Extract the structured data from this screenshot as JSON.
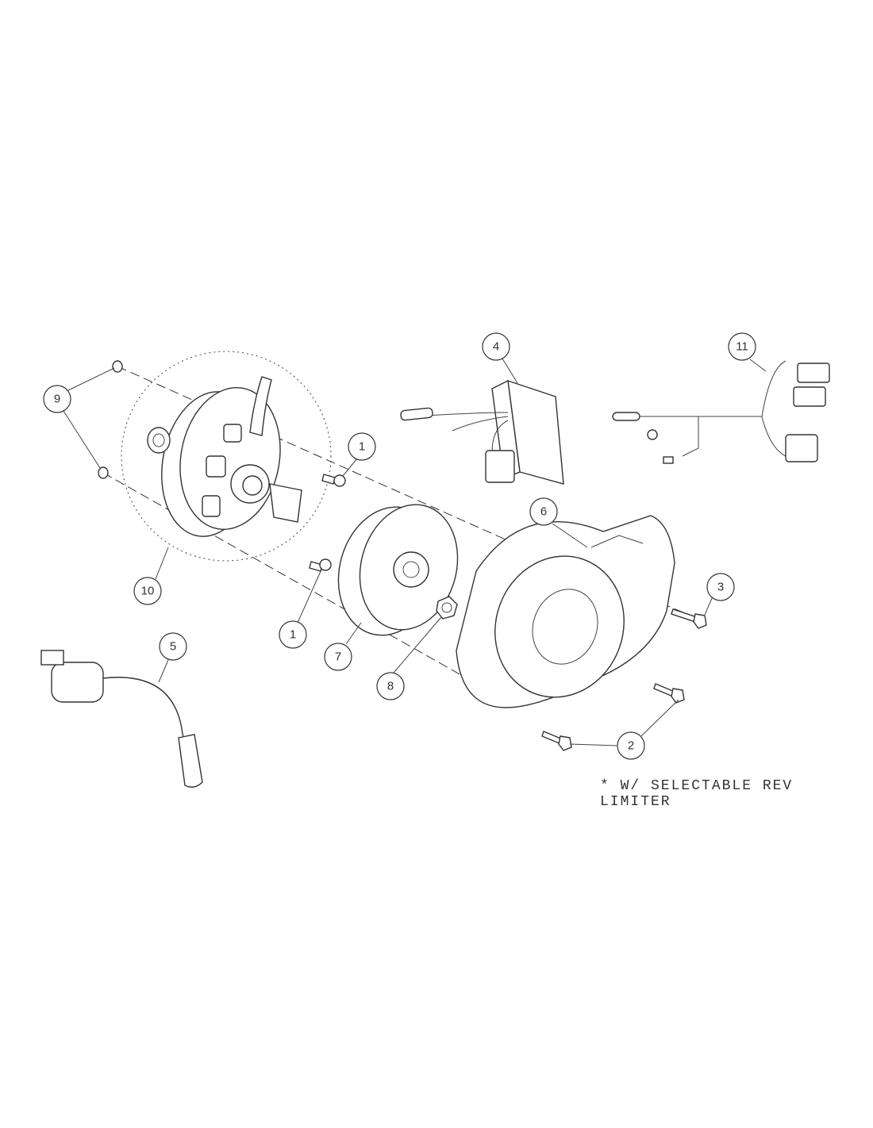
{
  "callouts": {
    "c9": "9",
    "c10": "10",
    "c1a": "1",
    "c1b": "1",
    "c4": "4",
    "c11": "11",
    "c6": "6",
    "c3": "3",
    "c7": "7",
    "c8": "8",
    "c5": "5",
    "c2": "2"
  },
  "note": "* W/ SELECTABLE REV LIMITER"
}
